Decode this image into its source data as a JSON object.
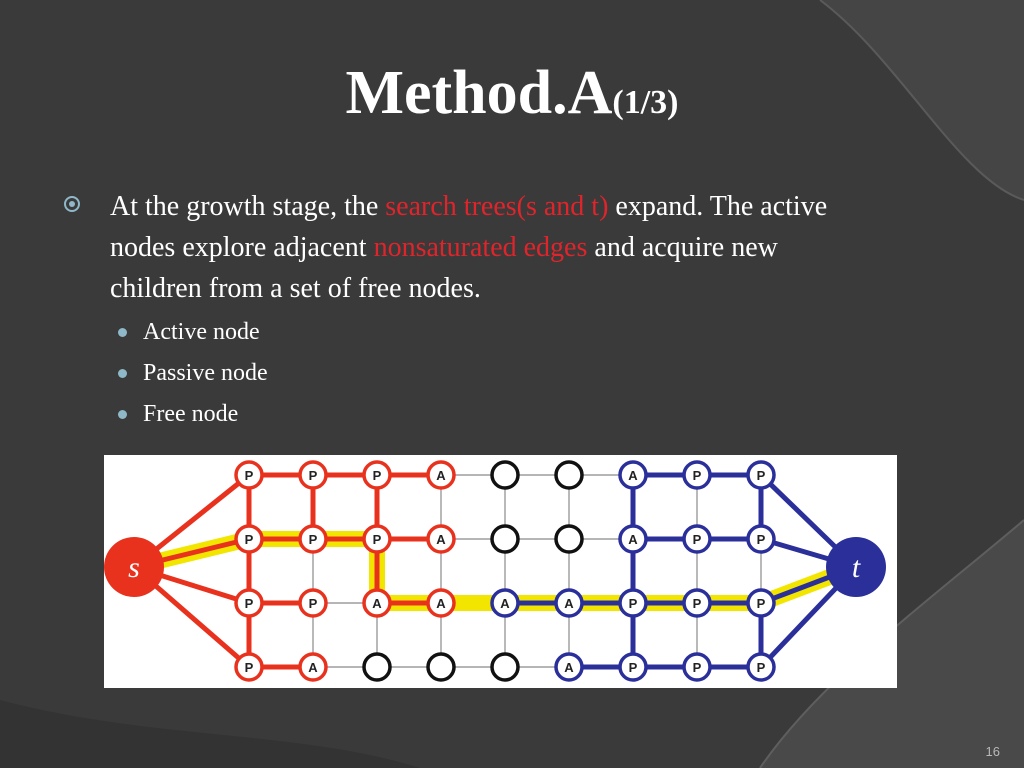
{
  "slide": {
    "title_main": "Method.A",
    "title_sub": "(1/3)",
    "page_number": "16"
  },
  "body": {
    "paragraph": [
      {
        "text": "At the growth stage, the ",
        "highlight": false
      },
      {
        "text": "search trees(s and t)",
        "highlight": true
      },
      {
        "text": " expand. The active nodes explore adjacent ",
        "highlight": false
      },
      {
        "text": "nonsaturated edges",
        "highlight": true
      },
      {
        "text": " and acquire new children from a set of free nodes.",
        "highlight": false
      }
    ],
    "sub_bullets": [
      "Active node",
      "Passive node",
      "Free node"
    ]
  },
  "colors": {
    "background": "#3a3a3a",
    "highlight": "#e0242b",
    "bullet": "#8fb8c8",
    "source_tree": "#e8321e",
    "sink_tree": "#2a2f9a",
    "path": "#f2e600",
    "free_node": "#111111"
  },
  "graph": {
    "source_label": "s",
    "sink_label": "t",
    "grid": [
      [
        {
          "l": "P",
          "t": "s"
        },
        {
          "l": "P",
          "t": "s"
        },
        {
          "l": "P",
          "t": "s"
        },
        {
          "l": "A",
          "t": "s"
        },
        {
          "l": "",
          "t": "f"
        },
        {
          "l": "",
          "t": "f"
        },
        {
          "l": "A",
          "t": "t"
        },
        {
          "l": "P",
          "t": "t"
        },
        {
          "l": "P",
          "t": "t"
        }
      ],
      [
        {
          "l": "P",
          "t": "s"
        },
        {
          "l": "P",
          "t": "s"
        },
        {
          "l": "P",
          "t": "s"
        },
        {
          "l": "A",
          "t": "s"
        },
        {
          "l": "",
          "t": "f"
        },
        {
          "l": "",
          "t": "f"
        },
        {
          "l": "A",
          "t": "t"
        },
        {
          "l": "P",
          "t": "t"
        },
        {
          "l": "P",
          "t": "t"
        }
      ],
      [
        {
          "l": "P",
          "t": "s"
        },
        {
          "l": "P",
          "t": "s"
        },
        {
          "l": "A",
          "t": "s"
        },
        {
          "l": "A",
          "t": "s"
        },
        {
          "l": "A",
          "t": "t"
        },
        {
          "l": "A",
          "t": "t"
        },
        {
          "l": "P",
          "t": "t"
        },
        {
          "l": "P",
          "t": "t"
        },
        {
          "l": "P",
          "t": "t"
        }
      ],
      [
        {
          "l": "P",
          "t": "s"
        },
        {
          "l": "A",
          "t": "s"
        },
        {
          "l": "",
          "t": "f"
        },
        {
          "l": "",
          "t": "f"
        },
        {
          "l": "",
          "t": "f"
        },
        {
          "l": "A",
          "t": "t"
        },
        {
          "l": "P",
          "t": "t"
        },
        {
          "l": "P",
          "t": "t"
        },
        {
          "l": "P",
          "t": "t"
        }
      ]
    ],
    "source_tree_edges": [
      [
        "s",
        0,
        0
      ],
      [
        "s",
        1,
        0
      ],
      [
        "s",
        2,
        0
      ],
      [
        "s",
        3,
        0
      ],
      [
        0,
        0,
        0,
        1
      ],
      [
        0,
        1,
        0,
        2
      ],
      [
        0,
        2,
        0,
        3
      ],
      [
        0,
        0,
        1,
        0
      ],
      [
        0,
        1,
        1,
        1
      ],
      [
        0,
        2,
        1,
        2
      ],
      [
        1,
        0,
        1,
        1
      ],
      [
        1,
        1,
        1,
        2
      ],
      [
        1,
        2,
        1,
        3
      ],
      [
        1,
        0,
        2,
        0
      ],
      [
        1,
        2,
        2,
        2
      ],
      [
        2,
        0,
        2,
        1
      ],
      [
        2,
        2,
        2,
        3
      ],
      [
        2,
        0,
        3,
        0
      ],
      [
        3,
        0,
        3,
        1
      ]
    ],
    "sink_tree_edges": [
      [
        "t",
        0,
        8
      ],
      [
        "t",
        1,
        8
      ],
      [
        "t",
        2,
        8
      ],
      [
        "t",
        3,
        8
      ],
      [
        0,
        6,
        0,
        7
      ],
      [
        0,
        7,
        0,
        8
      ],
      [
        0,
        8,
        1,
        8
      ],
      [
        0,
        6,
        1,
        6
      ],
      [
        1,
        6,
        1,
        7
      ],
      [
        1,
        7,
        1,
        8
      ],
      [
        1,
        6,
        2,
        6
      ],
      [
        2,
        4,
        2,
        5
      ],
      [
        2,
        5,
        2,
        6
      ],
      [
        2,
        6,
        2,
        7
      ],
      [
        2,
        7,
        2,
        8
      ],
      [
        2,
        6,
        3,
        6
      ],
      [
        2,
        8,
        3,
        8
      ],
      [
        3,
        5,
        3,
        6
      ],
      [
        3,
        6,
        3,
        7
      ],
      [
        3,
        7,
        3,
        8
      ]
    ],
    "path_points": [
      "s",
      [
        1,
        0
      ],
      [
        1,
        1
      ],
      [
        1,
        2
      ],
      [
        2,
        2
      ],
      [
        2,
        3
      ],
      [
        2,
        4
      ],
      [
        2,
        5
      ],
      [
        2,
        6
      ],
      [
        2,
        7
      ],
      [
        2,
        8
      ],
      "t"
    ]
  }
}
